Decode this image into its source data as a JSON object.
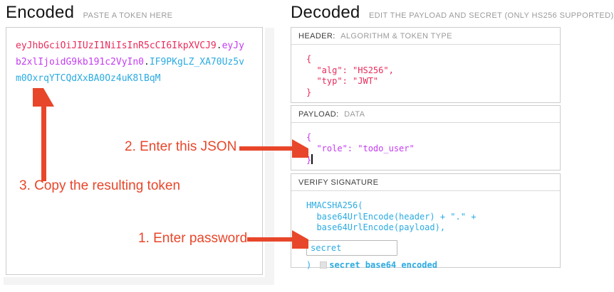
{
  "colors": {
    "header_red": "#e92a5b",
    "payload_purple": "#c43bf0",
    "signature_blue": "#2babe2",
    "token_dot": "#2b2b2b",
    "annotation": "#e8462a"
  },
  "encoded": {
    "title": "Encoded",
    "subtitle": "PASTE A TOKEN HERE",
    "token_segments": [
      {
        "color": "header_red",
        "text": "eyJhbGciOiJIUzI1NiIsInR5cCI6IkpXVCJ9"
      },
      {
        "color": "token_dot",
        "text": "."
      },
      {
        "color": "payload_purple",
        "text": "eyJy\nb2xlIjoidG9kb191c2VyIn0"
      },
      {
        "color": "token_dot",
        "text": "."
      },
      {
        "color": "signature_blue",
        "text": "IF9PKgLZ_XA70Uz5v\nm0OxrqYTCQdXxBA0Oz4uK8lBqM"
      }
    ]
  },
  "decoded": {
    "title": "Decoded",
    "subtitle": "EDIT THE PAYLOAD AND SECRET (ONLY HS256 SUPPORTED)",
    "header_section": {
      "label_strong": "HEADER:",
      "label_rest": "ALGORITHM & TOKEN TYPE",
      "json": "{\n  \"alg\": \"HS256\",\n  \"typ\": \"JWT\"\n}"
    },
    "payload_section": {
      "label_strong": "PAYLOAD:",
      "label_rest": "DATA",
      "json": "{\n  \"role\": \"todo_user\"\n}"
    },
    "verify_section": {
      "label_strong": "VERIFY SIGNATURE",
      "code": "HMACSHA256(\n  base64UrlEncode(header) + \".\" +\n  base64UrlEncode(payload),",
      "secret_value": "secret",
      "close_paren": ")",
      "checkbox_label": "secret base64 encoded",
      "checkbox_checked": false
    }
  },
  "annotations": {
    "step1": "1. Enter password",
    "step2": "2. Enter this JSON",
    "step3": "3. Copy the resulting token"
  }
}
